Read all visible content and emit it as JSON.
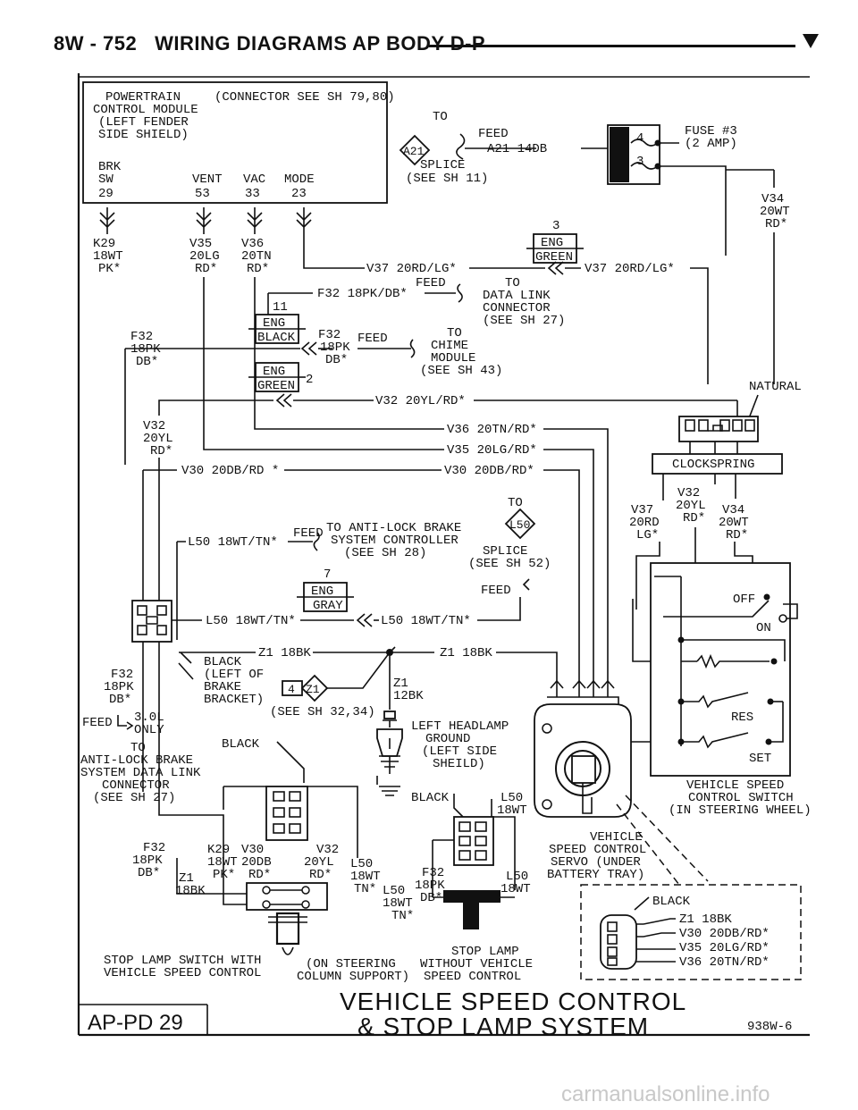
{
  "header": {
    "page": "8W - 752",
    "title": "WIRING DIAGRAMS AP BODY D-P"
  },
  "pcm": {
    "lines": [
      "POWERTRAIN",
      "CONTROL MODULE",
      "(LEFT FENDER",
      "SIDE SHIELD)"
    ],
    "connector_note": "(CONNECTOR SEE SH 79,80)",
    "pins": [
      {
        "name1": "BRK",
        "name2": "SW",
        "num": "29"
      },
      {
        "name1": "",
        "name2": "VENT",
        "num": "53"
      },
      {
        "name1": "",
        "name2": "VAC",
        "num": "33"
      },
      {
        "name1": "",
        "name2": "MODE",
        "num": "23"
      }
    ]
  },
  "wires_left": {
    "k29": [
      "K29",
      "18WT",
      "PK*"
    ],
    "v35": [
      "V35",
      "20LG",
      "RD*"
    ],
    "v36": [
      "V36",
      "20TN",
      "RD*"
    ]
  },
  "splice_a21": {
    "to": "TO",
    "label": "A21",
    "feed": "FEED",
    "wire": "A21 14DB",
    "splice": [
      "SPLICE",
      "(SEE SH 11)"
    ]
  },
  "fuse": [
    "FUSE #3",
    "(2 AMP)"
  ],
  "fuse_pins": [
    "4",
    "3"
  ],
  "v34_top": [
    "V34",
    "20WT",
    "RD*"
  ],
  "eng_connectors": [
    {
      "pin": "3",
      "lines": [
        "ENG",
        "GREEN"
      ]
    },
    {
      "pin": "11",
      "lines": [
        "ENG",
        "BLACK"
      ]
    },
    {
      "pin": "2",
      "lines": [
        "ENG",
        "GREEN"
      ]
    },
    {
      "pin": "7",
      "lines": [
        "ENG",
        "GRAY"
      ]
    }
  ],
  "wire_labels": {
    "v37_left": "V37 20RD/LG*",
    "v37_right": "V37 20RD/LG*",
    "f32_top": "F32 18PK/DB*",
    "v32": "V32 20YL/RD*",
    "v36": "V36 20TN/RD*",
    "v35": "V35 20LG/RD*",
    "v30_left": "V30 20DB/RD *",
    "v30_right": "V30 20DB/RD*",
    "l50_top": "L50 18WT/TN*",
    "l50_mid_left": "L50 18WT/TN*",
    "l50_mid_right": "L50 18WT/TN*",
    "z1_left": "Z1 18BK",
    "z1_right": "Z1 18BK"
  },
  "data_link": {
    "feed": "FEED",
    "lines": [
      "TO",
      "DATA LINK",
      "CONNECTOR",
      "(SEE SH 27)"
    ]
  },
  "chime": {
    "feed": "FEED",
    "lines": [
      "TO",
      "CHIME",
      "MODULE",
      "(SEE SH 43)"
    ]
  },
  "f32_mid": [
    "F32",
    "18PK",
    "DB*"
  ],
  "f32_left": [
    "F32",
    "18PK",
    "DB*"
  ],
  "v32_left": [
    "V32",
    "20YL",
    "RD*"
  ],
  "natural": "NATURAL",
  "clockspring": "CLOCKSPRING",
  "clock_wires": {
    "v37": [
      "V37",
      "20RD",
      "LG*"
    ],
    "v32": [
      "V32",
      "20YL",
      "RD*"
    ],
    "v34": [
      "V34",
      "20WT",
      "RD*"
    ]
  },
  "abs": {
    "feed": "FEED",
    "lines": [
      "TO ANTI-LOCK BRAKE",
      "SYSTEM CONTROLLER",
      "(SEE SH 28)"
    ]
  },
  "splice_l50": {
    "to": "TO",
    "label": "L50",
    "lines": [
      "SPLICE",
      "(SEE SH 52)"
    ],
    "feed": "FEED"
  },
  "left_ground_note": [
    "BLACK",
    "(LEFT OF",
    "BRAKE",
    "BRACKET)"
  ],
  "see_sh_32": "(SEE SH 32,34)",
  "z1_splice": {
    "num": "4",
    "label": "Z1"
  },
  "z1_down": [
    "Z1",
    "12BK"
  ],
  "headlamp_ground": [
    "LEFT HEADLAMP",
    "GROUND",
    "(LEFT SIDE",
    "SHEILD)"
  ],
  "feed_30l": {
    "feed": "FEED",
    "lines": [
      "3.0L",
      "ONLY"
    ]
  },
  "abs_data_link": [
    "TO",
    "ANTI-LOCK BRAKE",
    "SYSTEM DATA LINK",
    "CONNECTOR",
    "(SEE SH 27)"
  ],
  "switch": {
    "off": "OFF",
    "on": "ON",
    "res": "RES",
    "set": "SET",
    "caption": [
      "VEHICLE SPEED",
      "CONTROL SWITCH",
      "(IN STEERING WHEEL)"
    ]
  },
  "servo": [
    "VEHICLE",
    "SPEED CONTROL",
    "SERVO (UNDER",
    "BATTERY TRAY)"
  ],
  "servo_conn": {
    "black": "BLACK",
    "wires": [
      "Z1 18BK",
      "V30 20DB/RD*",
      "V35 20LG/RD*",
      "V36 20TN/RD*"
    ]
  },
  "black_labels": [
    "BLACK",
    "BLACK"
  ],
  "l50_black": [
    "L50",
    "18WT"
  ],
  "stop_switch_wires": {
    "k29": [
      "K29",
      "18WT",
      "PK*"
    ],
    "v30": [
      "V30",
      "20DB",
      "RD*"
    ],
    "v32": [
      "V32",
      "20YL",
      "RD*"
    ],
    "l50": [
      "L50",
      "18WT",
      "TN*"
    ],
    "l50b": [
      "L50",
      "18WT",
      "TN*"
    ],
    "z1": [
      "Z1",
      "18BK"
    ],
    "f32": [
      "F32",
      "18PK",
      "DB*"
    ]
  },
  "stop_switch2_wires": {
    "f32": [
      "F32",
      "18PK",
      "DB*"
    ],
    "l50": [
      "L50",
      "18WT"
    ]
  },
  "stop_lamp_caption": [
    "STOP LAMP SWITCH WITH",
    "VEHICLE SPEED CONTROL"
  ],
  "column_caption": [
    "(ON STEERING",
    "COLUMN SUPPORT)"
  ],
  "stop_lamp2_caption": [
    "STOP LAMP",
    "WITHOUT VEHICLE",
    "SPEED CONTROL"
  ],
  "diagram_title": [
    "VEHICLE SPEED CONTROL",
    "& STOP LAMP SYSTEM"
  ],
  "page_code": "AP-PD 29",
  "figure_code": "938W-6",
  "watermark": "carmanualsonline.info"
}
